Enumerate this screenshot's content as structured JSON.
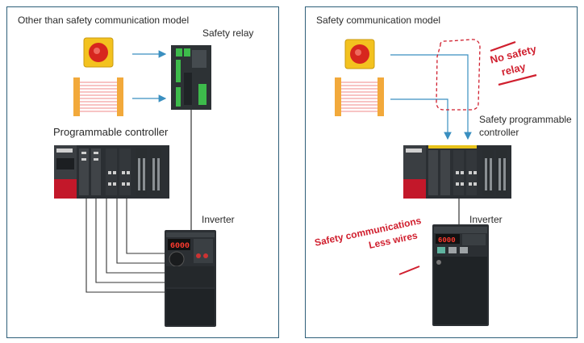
{
  "left_panel": {
    "title": "Other than safety communication model",
    "safety_relay_label": "Safety relay",
    "plc_label": "Programmable controller",
    "inverter_label": "Inverter",
    "inverter_display": "6000"
  },
  "right_panel": {
    "title": "Safety communication model",
    "no_relay_line1": "No safety",
    "no_relay_line2": "relay",
    "safety_plc_line1": "Safety programmable",
    "safety_plc_line2": "controller",
    "inverter_label": "Inverter",
    "inverter_display": "6000",
    "safety_comm_line1": "Safety communications",
    "safety_comm_line2": "Less wires"
  },
  "colors": {
    "border": "#2e5f79",
    "arrow_blue": "#3a8fc0",
    "annotation_red": "#d01f2e",
    "led_red": "#ff3b2f"
  }
}
